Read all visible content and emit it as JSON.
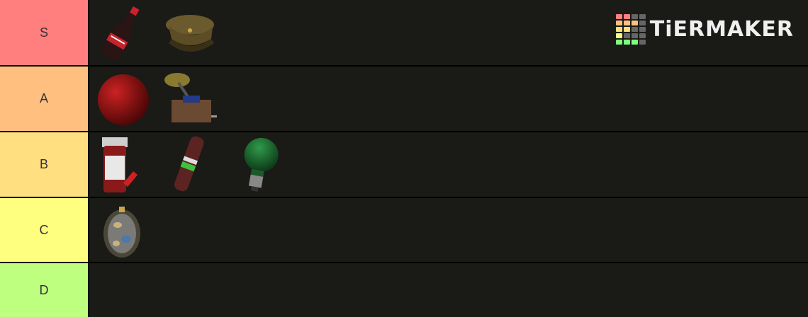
{
  "brand": {
    "name": "TiERMAKER"
  },
  "tiers": [
    {
      "label": "S",
      "color": "#ff7f7f",
      "items": [
        "soda-bottle-item",
        "military-cap-item"
      ]
    },
    {
      "label": "A",
      "color": "#ffbf7f",
      "items": [
        "red-ball-item",
        "phonograph-item"
      ]
    },
    {
      "label": "B",
      "color": "#ffdf7f",
      "items": [
        "pill-bottle-item",
        "fuse-capsule-item",
        "green-lightbulb-item"
      ]
    },
    {
      "label": "C",
      "color": "#ffff7f",
      "items": [
        "ornate-egg-item"
      ]
    },
    {
      "label": "D",
      "color": "#bfff7f",
      "items": []
    }
  ]
}
